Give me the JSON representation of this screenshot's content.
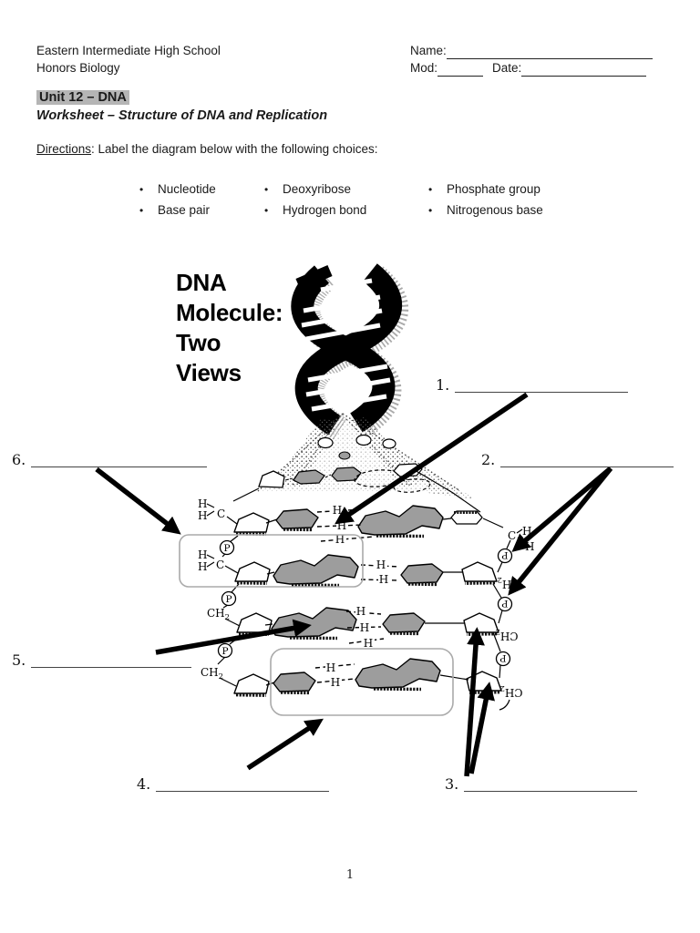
{
  "header": {
    "school": "Eastern Intermediate High School",
    "course": "Honors Biology",
    "name_label": "Name:",
    "mod_label": "Mod:",
    "date_label": "Date:"
  },
  "title": {
    "unit": "Unit 12 – DNA",
    "worksheet": "Worksheet – Structure of DNA and Replication"
  },
  "directions": {
    "label": "Directions",
    "rest": ": Label the diagram below with the following choices:"
  },
  "choices": {
    "bullet": "•",
    "col1": [
      "Nucleotide",
      "Base pair"
    ],
    "col2": [
      "Deoxyribose",
      "Hydrogen bond"
    ],
    "col3": [
      "Phosphate group",
      "Nitrogenous base"
    ]
  },
  "diagram": {
    "heading": [
      "DNA",
      "Molecule:",
      "Two",
      "Views"
    ],
    "blank_numbers": [
      "1.",
      "2.",
      "3.",
      "4.",
      "5.",
      "6."
    ],
    "atoms": {
      "h": "H",
      "c": "C",
      "p": "P",
      "ch": "CH",
      "sub": "2"
    }
  },
  "footer": {
    "page_number": "1"
  },
  "colors": {
    "base_fill": "#9d9d9d",
    "title_highlight": "#b5b5b5",
    "ink": "#000000"
  }
}
